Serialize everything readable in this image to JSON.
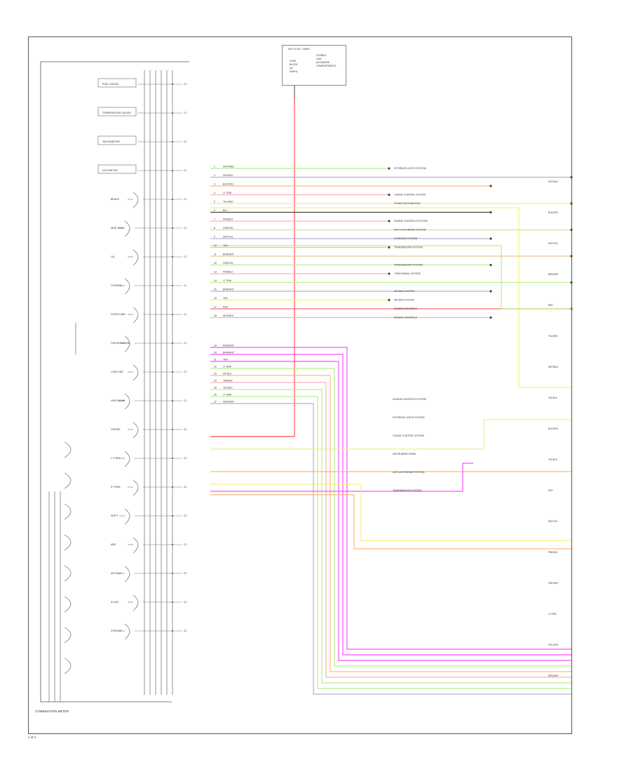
{
  "title_block": {
    "lines": [
      "HOT AT ALL TIMES"
    ],
    "left_lines": [
      "FUSE",
      "BLOCK",
      "(IN",
      "DASH)"
    ],
    "right_lines": [
      "FUSIBLE",
      "LINK",
      "(IN ENGINE",
      "COMPARTMENT)"
    ]
  },
  "footer": {
    "component_label": "COMBINATION METER",
    "page_ref": "1 of 4"
  },
  "wire_colors": {
    "red": "#ff6a6a",
    "green": "#b8f08a",
    "yellow": "#f4ef7a",
    "magenta": "#ff4dff",
    "gray": "#b7b2c8",
    "orange": "#ffb77a",
    "pink": "#ffb0b6",
    "tan": "#e8c890",
    "black": "#444444"
  },
  "meter_components": [
    "FUEL GAUGE",
    "TEMPERATURE GAUGE",
    "TACHOMETER",
    "VOLTMETER",
    "BRAKE",
    "SEAT BELT",
    "OIL",
    "CHARGE",
    "DOOR AJAR",
    "CHECK ENGINE",
    "LOW FUEL",
    "HIGH BEAM",
    "CRUISE",
    "L TURN",
    "R TURN",
    "SHIFT",
    "ABS",
    "AIR BAG",
    "ILLUM",
    "SPEEDO"
  ],
  "connector_pins": [
    "C1",
    "C1",
    "C1",
    "C1",
    "C1",
    "C1",
    "C1",
    "C1",
    "C1",
    "C1",
    "C1",
    "C1",
    "C2",
    "C2",
    "C2",
    "C2",
    "C2",
    "C2",
    "C2",
    "C2"
  ],
  "wires": [
    {
      "pin": "1",
      "color_text": "WHT/RED",
      "dest": "EXTERIOR LIGHTS SYSTEM",
      "color": "green"
    },
    {
      "pin": "2",
      "color_text": "GRY/BLK",
      "dest": "",
      "color": "gray"
    },
    {
      "pin": "3",
      "color_text": "BLK/ORG",
      "dest": "",
      "color": "orange"
    },
    {
      "pin": "4",
      "color_text": "LT GRN",
      "dest": "CRUISE CONTROL SYSTEM",
      "color": "pink"
    },
    {
      "pin": "5",
      "color_text": "YEL/RED",
      "dest": "POWER DISTRIBUTION",
      "color": "yellow"
    },
    {
      "pin": "6",
      "color_text": "BLK",
      "dest": "",
      "color": "black"
    },
    {
      "pin": "7",
      "color_text": "PNK/BLK",
      "dest": "ENGINE CONTROLS SYSTEM",
      "color": "pink"
    },
    {
      "pin": "8",
      "color_text": "GRN/YEL",
      "dest": "ANTI-LOCK BRAKE SYSTEM",
      "color": "green"
    },
    {
      "pin": "9",
      "color_text": "GRY/YEL",
      "dest": "CHARGING SYSTEM",
      "color": "gray"
    },
    {
      "pin": "10",
      "color_text": "TAN",
      "dest": "TRANSMISSION SYSTEM",
      "color": "tan"
    },
    {
      "pin": "11",
      "color_text": "BRN/WHT",
      "dest": "",
      "color": "tan"
    },
    {
      "pin": "12",
      "color_text": "GRN/YEL",
      "dest": "TRANSMISSION SYSTEM",
      "color": "green"
    },
    {
      "pin": "13",
      "color_text": "PNK/BLK",
      "dest": "TURN SIGNAL SYSTEM",
      "color": "pink"
    },
    {
      "pin": "14",
      "color_text": "LT GRN",
      "dest": "",
      "color": "green"
    },
    {
      "pin": "15",
      "color_text": "BRN/WHT",
      "dest": "AIR BAG SYSTEM",
      "color": "gray"
    },
    {
      "pin": "16",
      "color_text": "TAN",
      "dest": "AIR BAG SYSTEM",
      "color": "yellow"
    },
    {
      "pin": "17",
      "color_text": "RED",
      "dest": "ENGINE CONTROLS",
      "color": "red"
    },
    {
      "pin": "18",
      "color_text": "WHT/BLK",
      "dest": "ENGINE CONTROLS",
      "color": "pink"
    }
  ],
  "lower_wires": [
    {
      "pin": "19",
      "color_text": "RED/WHT",
      "color": "magenta"
    },
    {
      "pin": "20",
      "color_text": "BRN/WHT",
      "color": "magenta"
    },
    {
      "pin": "21",
      "color_text": "TAN",
      "color": "magenta"
    },
    {
      "pin": "22",
      "color_text": "LT GRN",
      "color": "green"
    },
    {
      "pin": "23",
      "color_text": "DK BLU",
      "color": "orange"
    },
    {
      "pin": "24",
      "color_text": "TAN/BLK",
      "color": "pink"
    },
    {
      "pin": "25",
      "color_text": "YEL/BLK",
      "color": "green"
    },
    {
      "pin": "26",
      "color_text": "LT GRN",
      "color": "green"
    },
    {
      "pin": "27",
      "color_text": "GRY/RED",
      "color": "gray"
    }
  ],
  "notes": [
    "ENGINE CONTROLS SYSTEM",
    "EXTERIOR LIGHTS SYSTEM",
    "CRUISE CONTROL SYSTEM",
    "INSTRUMENT PANEL",
    "ANTI-LOCK BRAKE SYSTEM",
    "TRANSMISSION SYSTEM"
  ],
  "right_labels": [
    "GRY/BLK",
    "BLK/ORG",
    "WHT/YEL",
    "BRN/WHT",
    "RED",
    "YEL/RED",
    "WHT/BLK",
    "YEL/BLK",
    "BLK/ORG",
    "YEL/BLK",
    "GRY",
    "RED/YEL",
    "PNK/BLK",
    "PNK/WHT",
    "LT GRN",
    "YEL/GRN",
    "BRN/WHT"
  ]
}
